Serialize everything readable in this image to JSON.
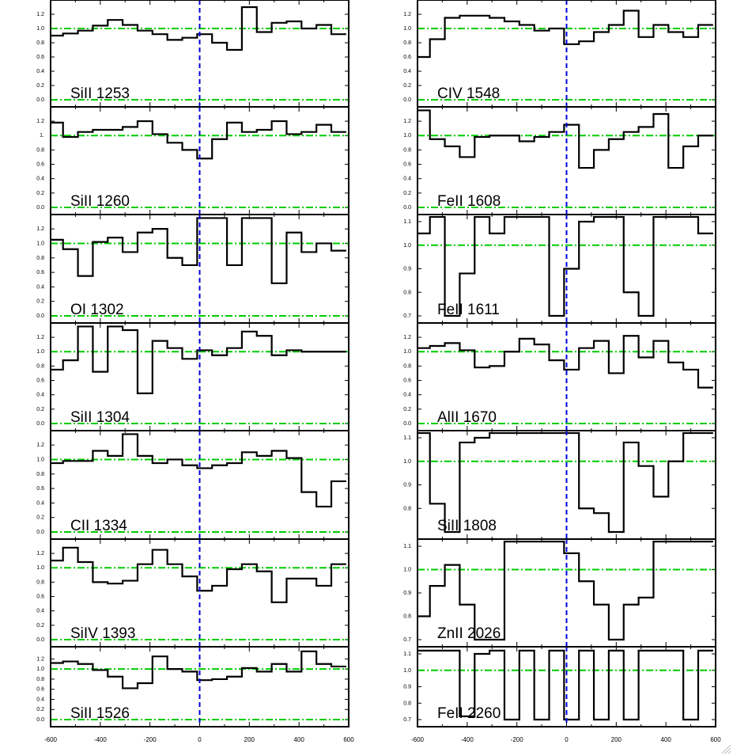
{
  "colors": {
    "spectrum": "#000000",
    "continuum": "#00cc00",
    "systemic_velocity": "#0000dd",
    "frame": "#000000"
  },
  "x_tick_labels": [
    "-600",
    "-400",
    "-200",
    "0",
    "200",
    "400",
    "600"
  ],
  "chart_data": [
    {
      "type": "line",
      "step": true,
      "label": "SiII 1253",
      "xlim": [
        -600,
        600
      ],
      "ylim": [
        0.0,
        1.3
      ],
      "yticks": [
        {
          "v": 0.0,
          "t": "0.0"
        },
        {
          "v": 0.2,
          "t": "0.2"
        },
        {
          "v": 0.4,
          "t": "0.4"
        },
        {
          "v": 0.6,
          "t": "0.6"
        },
        {
          "v": 0.8,
          "t": "0.8"
        },
        {
          "v": 1.0,
          "t": "1.0"
        },
        {
          "v": 1.2,
          "t": "1.2"
        }
      ],
      "continuum": [
        0.0,
        1.0
      ],
      "vline": 0,
      "x": [
        -580,
        -520,
        -460,
        -400,
        -340,
        -280,
        -220,
        -160,
        -100,
        -40,
        20,
        80,
        140,
        200,
        260,
        320,
        380,
        440,
        500,
        560
      ],
      "y": [
        0.9,
        0.93,
        0.97,
        1.04,
        1.12,
        1.05,
        0.97,
        0.92,
        0.84,
        0.87,
        0.92,
        0.8,
        0.7,
        1.3,
        0.95,
        1.08,
        1.1,
        1.0,
        1.05,
        0.92
      ]
    },
    {
      "type": "line",
      "step": true,
      "label": "SiII 1260",
      "xlim": [
        -600,
        600
      ],
      "ylim": [
        0.0,
        1.3
      ],
      "yticks": [
        {
          "v": 0.0,
          "t": "0.0"
        },
        {
          "v": 0.2,
          "t": "0.2"
        },
        {
          "v": 0.4,
          "t": "0.4"
        },
        {
          "v": 0.6,
          "t": "0.6"
        },
        {
          "v": 0.8,
          "t": "0.8"
        },
        {
          "v": 1.0,
          "t": "1."
        },
        {
          "v": 1.2,
          "t": "1.2"
        }
      ],
      "continuum": [
        0.0,
        1.0
      ],
      "vline": 0,
      "x": [
        -580,
        -520,
        -460,
        -400,
        -340,
        -280,
        -220,
        -160,
        -100,
        -40,
        20,
        80,
        140,
        200,
        260,
        320,
        380,
        440,
        500,
        560
      ],
      "y": [
        1.18,
        0.98,
        1.05,
        1.08,
        1.08,
        1.12,
        1.2,
        1.02,
        0.9,
        0.8,
        0.68,
        0.95,
        1.18,
        1.05,
        1.08,
        1.2,
        1.02,
        1.05,
        1.15,
        1.05
      ]
    },
    {
      "type": "line",
      "step": true,
      "label": "OI 1302",
      "xlim": [
        -600,
        600
      ],
      "ylim": [
        0.0,
        1.3
      ],
      "yticks": [
        {
          "v": 0.0,
          "t": "0.0"
        },
        {
          "v": 0.2,
          "t": "0.2"
        },
        {
          "v": 0.4,
          "t": "0.4"
        },
        {
          "v": 0.6,
          "t": "0.6"
        },
        {
          "v": 0.8,
          "t": "0.8"
        },
        {
          "v": 1.0,
          "t": "1.0"
        },
        {
          "v": 1.2,
          "t": "1.2"
        }
      ],
      "continuum": [
        0.0,
        1.0
      ],
      "vline": 0,
      "x": [
        -580,
        -520,
        -460,
        -400,
        -340,
        -280,
        -220,
        -160,
        -100,
        -40,
        20,
        80,
        140,
        200,
        260,
        320,
        380,
        440,
        500,
        560
      ],
      "y": [
        1.05,
        0.92,
        0.55,
        1.02,
        1.08,
        0.88,
        1.15,
        1.2,
        0.8,
        0.7,
        1.35,
        1.35,
        0.7,
        1.35,
        1.35,
        0.45,
        1.15,
        0.88,
        1.0,
        0.9
      ]
    },
    {
      "type": "line",
      "step": true,
      "label": "SiII 1304",
      "xlim": [
        -600,
        600
      ],
      "ylim": [
        0.0,
        1.3
      ],
      "yticks": [
        {
          "v": 0.0,
          "t": "0.0"
        },
        {
          "v": 0.2,
          "t": "0.2"
        },
        {
          "v": 0.4,
          "t": "0.4"
        },
        {
          "v": 0.6,
          "t": "0.6"
        },
        {
          "v": 0.8,
          "t": "0.8"
        },
        {
          "v": 1.0,
          "t": "1.0"
        },
        {
          "v": 1.2,
          "t": "1.2"
        }
      ],
      "continuum": [
        0.0,
        1.0
      ],
      "vline": 0,
      "x": [
        -580,
        -520,
        -460,
        -400,
        -340,
        -280,
        -220,
        -160,
        -100,
        -40,
        20,
        80,
        140,
        200,
        260,
        320,
        380,
        440,
        500,
        560
      ],
      "y": [
        0.75,
        0.88,
        1.35,
        0.72,
        1.35,
        1.3,
        0.42,
        1.15,
        1.05,
        0.9,
        1.02,
        0.95,
        1.05,
        1.28,
        1.22,
        0.95,
        1.02,
        1.0,
        1.0,
        1.0
      ]
    },
    {
      "type": "line",
      "step": true,
      "label": "CII 1334",
      "xlim": [
        -600,
        600
      ],
      "ylim": [
        0.0,
        1.3
      ],
      "yticks": [
        {
          "v": 0.0,
          "t": "0.0"
        },
        {
          "v": 0.2,
          "t": "0.2"
        },
        {
          "v": 0.4,
          "t": "0.4"
        },
        {
          "v": 0.6,
          "t": "0.6"
        },
        {
          "v": 0.8,
          "t": "0.8"
        },
        {
          "v": 1.0,
          "t": "1.0"
        },
        {
          "v": 1.2,
          "t": "1.2"
        }
      ],
      "continuum": [
        0.0,
        1.0
      ],
      "vline": 0,
      "x": [
        -580,
        -520,
        -460,
        -400,
        -340,
        -280,
        -220,
        -160,
        -100,
        -40,
        20,
        80,
        140,
        200,
        260,
        320,
        380,
        440,
        500,
        560
      ],
      "y": [
        0.95,
        0.98,
        0.98,
        1.12,
        1.05,
        1.35,
        1.05,
        0.95,
        1.0,
        0.92,
        0.88,
        0.92,
        0.95,
        1.1,
        1.05,
        1.12,
        1.02,
        0.55,
        0.35,
        0.7
      ]
    },
    {
      "type": "line",
      "step": true,
      "label": "SiIV 1393",
      "xlim": [
        -600,
        600
      ],
      "ylim": [
        0.0,
        1.3
      ],
      "yticks": [
        {
          "v": 0.0,
          "t": "0.0"
        },
        {
          "v": 0.2,
          "t": "0.2"
        },
        {
          "v": 0.4,
          "t": "0.4"
        },
        {
          "v": 0.6,
          "t": "0.6"
        },
        {
          "v": 0.8,
          "t": "0.8"
        },
        {
          "v": 1.0,
          "t": "1.0"
        },
        {
          "v": 1.2,
          "t": "1.2"
        }
      ],
      "continuum": [
        0.0,
        1.0
      ],
      "vline": 0,
      "x": [
        -580,
        -520,
        -460,
        -400,
        -340,
        -280,
        -220,
        -160,
        -100,
        -40,
        20,
        80,
        140,
        200,
        260,
        320,
        380,
        440,
        500,
        560
      ],
      "y": [
        1.1,
        1.28,
        1.08,
        0.8,
        0.78,
        0.82,
        1.05,
        1.25,
        1.05,
        0.88,
        0.68,
        0.75,
        0.98,
        1.05,
        0.95,
        0.52,
        0.85,
        0.85,
        0.75,
        1.05
      ]
    },
    {
      "type": "line",
      "step": true,
      "label": "SiII 1526",
      "xlim": [
        -600,
        600
      ],
      "ylim": [
        0.0,
        1.3
      ],
      "yticks": [
        {
          "v": 0.0,
          "t": "0.0"
        },
        {
          "v": 0.2,
          "t": "0.2"
        },
        {
          "v": 0.4,
          "t": "0.4"
        },
        {
          "v": 0.6,
          "t": "0.6"
        },
        {
          "v": 0.8,
          "t": "0.8"
        },
        {
          "v": 1.0,
          "t": "1.0"
        },
        {
          "v": 1.2,
          "t": "1.2"
        }
      ],
      "continuum": [
        0.0,
        1.0
      ],
      "vline": 0,
      "x": [
        -580,
        -520,
        -460,
        -400,
        -340,
        -280,
        -220,
        -160,
        -100,
        -40,
        20,
        80,
        140,
        200,
        260,
        320,
        380,
        440,
        500,
        560
      ],
      "y": [
        1.12,
        1.15,
        1.1,
        0.98,
        0.85,
        0.62,
        0.72,
        1.25,
        1.0,
        0.95,
        0.78,
        0.8,
        0.85,
        1.02,
        0.95,
        1.1,
        0.95,
        1.35,
        1.1,
        1.05
      ]
    },
    {
      "type": "line",
      "step": true,
      "label": "CIV 1548",
      "xlim": [
        -600,
        600
      ],
      "ylim": [
        0.0,
        1.3
      ],
      "yticks": [
        {
          "v": 0.0,
          "t": "0.0"
        },
        {
          "v": 0.2,
          "t": "0.2"
        },
        {
          "v": 0.4,
          "t": "0.4"
        },
        {
          "v": 0.6,
          "t": "0.6"
        },
        {
          "v": 0.8,
          "t": "0.8"
        },
        {
          "v": 1.0,
          "t": "1.0"
        },
        {
          "v": 1.2,
          "t": "1.2"
        }
      ],
      "continuum": [
        0.0,
        1.0
      ],
      "vline": 0,
      "x": [
        -580,
        -520,
        -460,
        -400,
        -340,
        -280,
        -220,
        -160,
        -100,
        -40,
        20,
        80,
        140,
        200,
        260,
        320,
        380,
        440,
        500,
        560
      ],
      "y": [
        0.6,
        0.85,
        1.15,
        1.18,
        1.18,
        1.15,
        1.1,
        1.05,
        0.97,
        1.0,
        0.78,
        0.82,
        0.95,
        1.05,
        1.25,
        0.88,
        1.05,
        0.95,
        0.88,
        1.05
      ]
    },
    {
      "type": "line",
      "step": true,
      "label": "FeII 1608",
      "xlim": [
        -600,
        600
      ],
      "ylim": [
        0.0,
        1.3
      ],
      "yticks": [
        {
          "v": 0.0,
          "t": "0.0"
        },
        {
          "v": 0.2,
          "t": "0.2"
        },
        {
          "v": 0.4,
          "t": "0.4"
        },
        {
          "v": 0.6,
          "t": "0.6"
        },
        {
          "v": 0.8,
          "t": "0.8"
        },
        {
          "v": 1.0,
          "t": "1.0"
        },
        {
          "v": 1.2,
          "t": "1.2"
        }
      ],
      "continuum": [
        0.0,
        1.0
      ],
      "vline": 0,
      "x": [
        -580,
        -520,
        -460,
        -400,
        -340,
        -280,
        -220,
        -160,
        -100,
        -40,
        20,
        80,
        140,
        200,
        260,
        320,
        380,
        440,
        500,
        560
      ],
      "y": [
        1.35,
        0.95,
        0.85,
        0.7,
        0.98,
        1.0,
        1.0,
        0.92,
        0.98,
        1.05,
        1.15,
        0.55,
        0.8,
        0.95,
        1.05,
        1.12,
        1.3,
        0.55,
        0.85,
        1.0
      ]
    },
    {
      "type": "line",
      "step": true,
      "label": "FeII 1611",
      "xlim": [
        -600,
        600
      ],
      "ylim": [
        0.7,
        1.1
      ],
      "yticks": [
        {
          "v": 0.7,
          "t": "0.7"
        },
        {
          "v": 0.8,
          "t": "0.8"
        },
        {
          "v": 0.9,
          "t": "0.9"
        },
        {
          "v": 1.0,
          "t": "1.0"
        },
        {
          "v": 1.1,
          "t": "1.1"
        }
      ],
      "continuum": [
        1.0
      ],
      "vline": 0,
      "x": [
        -580,
        -520,
        -460,
        -400,
        -340,
        -280,
        -220,
        -160,
        -100,
        -40,
        20,
        80,
        140,
        200,
        260,
        320,
        380,
        440,
        500,
        560
      ],
      "y": [
        1.05,
        1.12,
        0.7,
        0.88,
        1.12,
        1.05,
        1.12,
        1.12,
        1.12,
        0.7,
        0.9,
        1.1,
        1.12,
        1.12,
        0.8,
        0.7,
        1.12,
        1.12,
        1.12,
        1.05
      ]
    },
    {
      "type": "line",
      "step": true,
      "label": "AlII 1670",
      "xlim": [
        -600,
        600
      ],
      "ylim": [
        0.0,
        1.3
      ],
      "yticks": [
        {
          "v": 0.0,
          "t": "0.0"
        },
        {
          "v": 0.2,
          "t": "0.2"
        },
        {
          "v": 0.4,
          "t": "0.4"
        },
        {
          "v": 0.6,
          "t": "0.6"
        },
        {
          "v": 0.8,
          "t": "0.8"
        },
        {
          "v": 1.0,
          "t": "1.0"
        },
        {
          "v": 1.2,
          "t": "1.2"
        }
      ],
      "continuum": [
        0.0,
        1.0
      ],
      "vline": 0,
      "x": [
        -580,
        -520,
        -460,
        -400,
        -340,
        -280,
        -220,
        -160,
        -100,
        -40,
        20,
        80,
        140,
        200,
        260,
        320,
        380,
        440,
        500,
        560
      ],
      "y": [
        1.05,
        1.08,
        1.12,
        1.02,
        0.78,
        0.8,
        1.0,
        1.18,
        1.1,
        0.88,
        0.75,
        1.05,
        1.15,
        0.7,
        1.22,
        0.92,
        1.15,
        0.85,
        0.75,
        0.5
      ]
    },
    {
      "type": "line",
      "step": true,
      "label": "SiII 1808",
      "xlim": [
        -600,
        600
      ],
      "ylim": [
        0.7,
        1.1
      ],
      "yticks": [
        {
          "v": 0.8,
          "t": "0.8"
        },
        {
          "v": 0.9,
          "t": "0.9"
        },
        {
          "v": 1.0,
          "t": "1.0"
        },
        {
          "v": 1.1,
          "t": "1.1"
        }
      ],
      "continuum": [
        1.0
      ],
      "vline": 0,
      "x": [
        -580,
        -520,
        -460,
        -400,
        -340,
        -280,
        -220,
        -160,
        -100,
        -40,
        20,
        80,
        140,
        200,
        260,
        320,
        380,
        440,
        500,
        560
      ],
      "y": [
        1.12,
        0.82,
        0.7,
        1.08,
        1.1,
        1.12,
        1.12,
        1.12,
        1.12,
        1.12,
        1.12,
        0.8,
        0.78,
        0.7,
        1.08,
        0.98,
        0.85,
        1.0,
        1.12,
        1.12
      ]
    },
    {
      "type": "line",
      "step": true,
      "label": "ZnII 2026",
      "xlim": [
        -600,
        600
      ],
      "ylim": [
        0.7,
        1.1
      ],
      "yticks": [
        {
          "v": 0.7,
          "t": "0.7"
        },
        {
          "v": 0.8,
          "t": "0.8"
        },
        {
          "v": 0.9,
          "t": "0.9"
        },
        {
          "v": 1.0,
          "t": "1.0"
        },
        {
          "v": 1.1,
          "t": "1.1"
        }
      ],
      "continuum": [
        1.0
      ],
      "vline": 0,
      "x": [
        -580,
        -520,
        -460,
        -400,
        -340,
        -280,
        -220,
        -160,
        -100,
        -40,
        20,
        80,
        140,
        200,
        260,
        320,
        380,
        440,
        500,
        560
      ],
      "y": [
        0.8,
        0.93,
        1.02,
        0.85,
        0.7,
        0.7,
        1.12,
        1.12,
        1.12,
        1.12,
        1.07,
        0.95,
        0.85,
        0.7,
        0.85,
        0.88,
        1.12,
        1.12,
        1.12,
        1.12
      ]
    },
    {
      "type": "line",
      "step": true,
      "label": "FeII 2260",
      "xlim": [
        -600,
        600
      ],
      "ylim": [
        0.7,
        1.1
      ],
      "yticks": [
        {
          "v": 0.7,
          "t": "0.7"
        },
        {
          "v": 0.8,
          "t": "0.8"
        },
        {
          "v": 0.9,
          "t": "0.9"
        },
        {
          "v": 1.0,
          "t": "1.0"
        },
        {
          "v": 1.1,
          "t": "1.1"
        }
      ],
      "continuum": [
        1.0
      ],
      "vline": 0,
      "x": [
        -580,
        -520,
        -460,
        -400,
        -340,
        -280,
        -220,
        -160,
        -100,
        -40,
        20,
        80,
        140,
        200,
        260,
        320,
        380,
        440,
        500,
        560
      ],
      "y": [
        1.12,
        1.12,
        1.12,
        0.72,
        1.1,
        1.12,
        0.7,
        1.12,
        0.7,
        1.12,
        0.7,
        1.12,
        0.7,
        1.12,
        0.7,
        1.12,
        1.12,
        1.12,
        0.7,
        1.12
      ]
    }
  ]
}
